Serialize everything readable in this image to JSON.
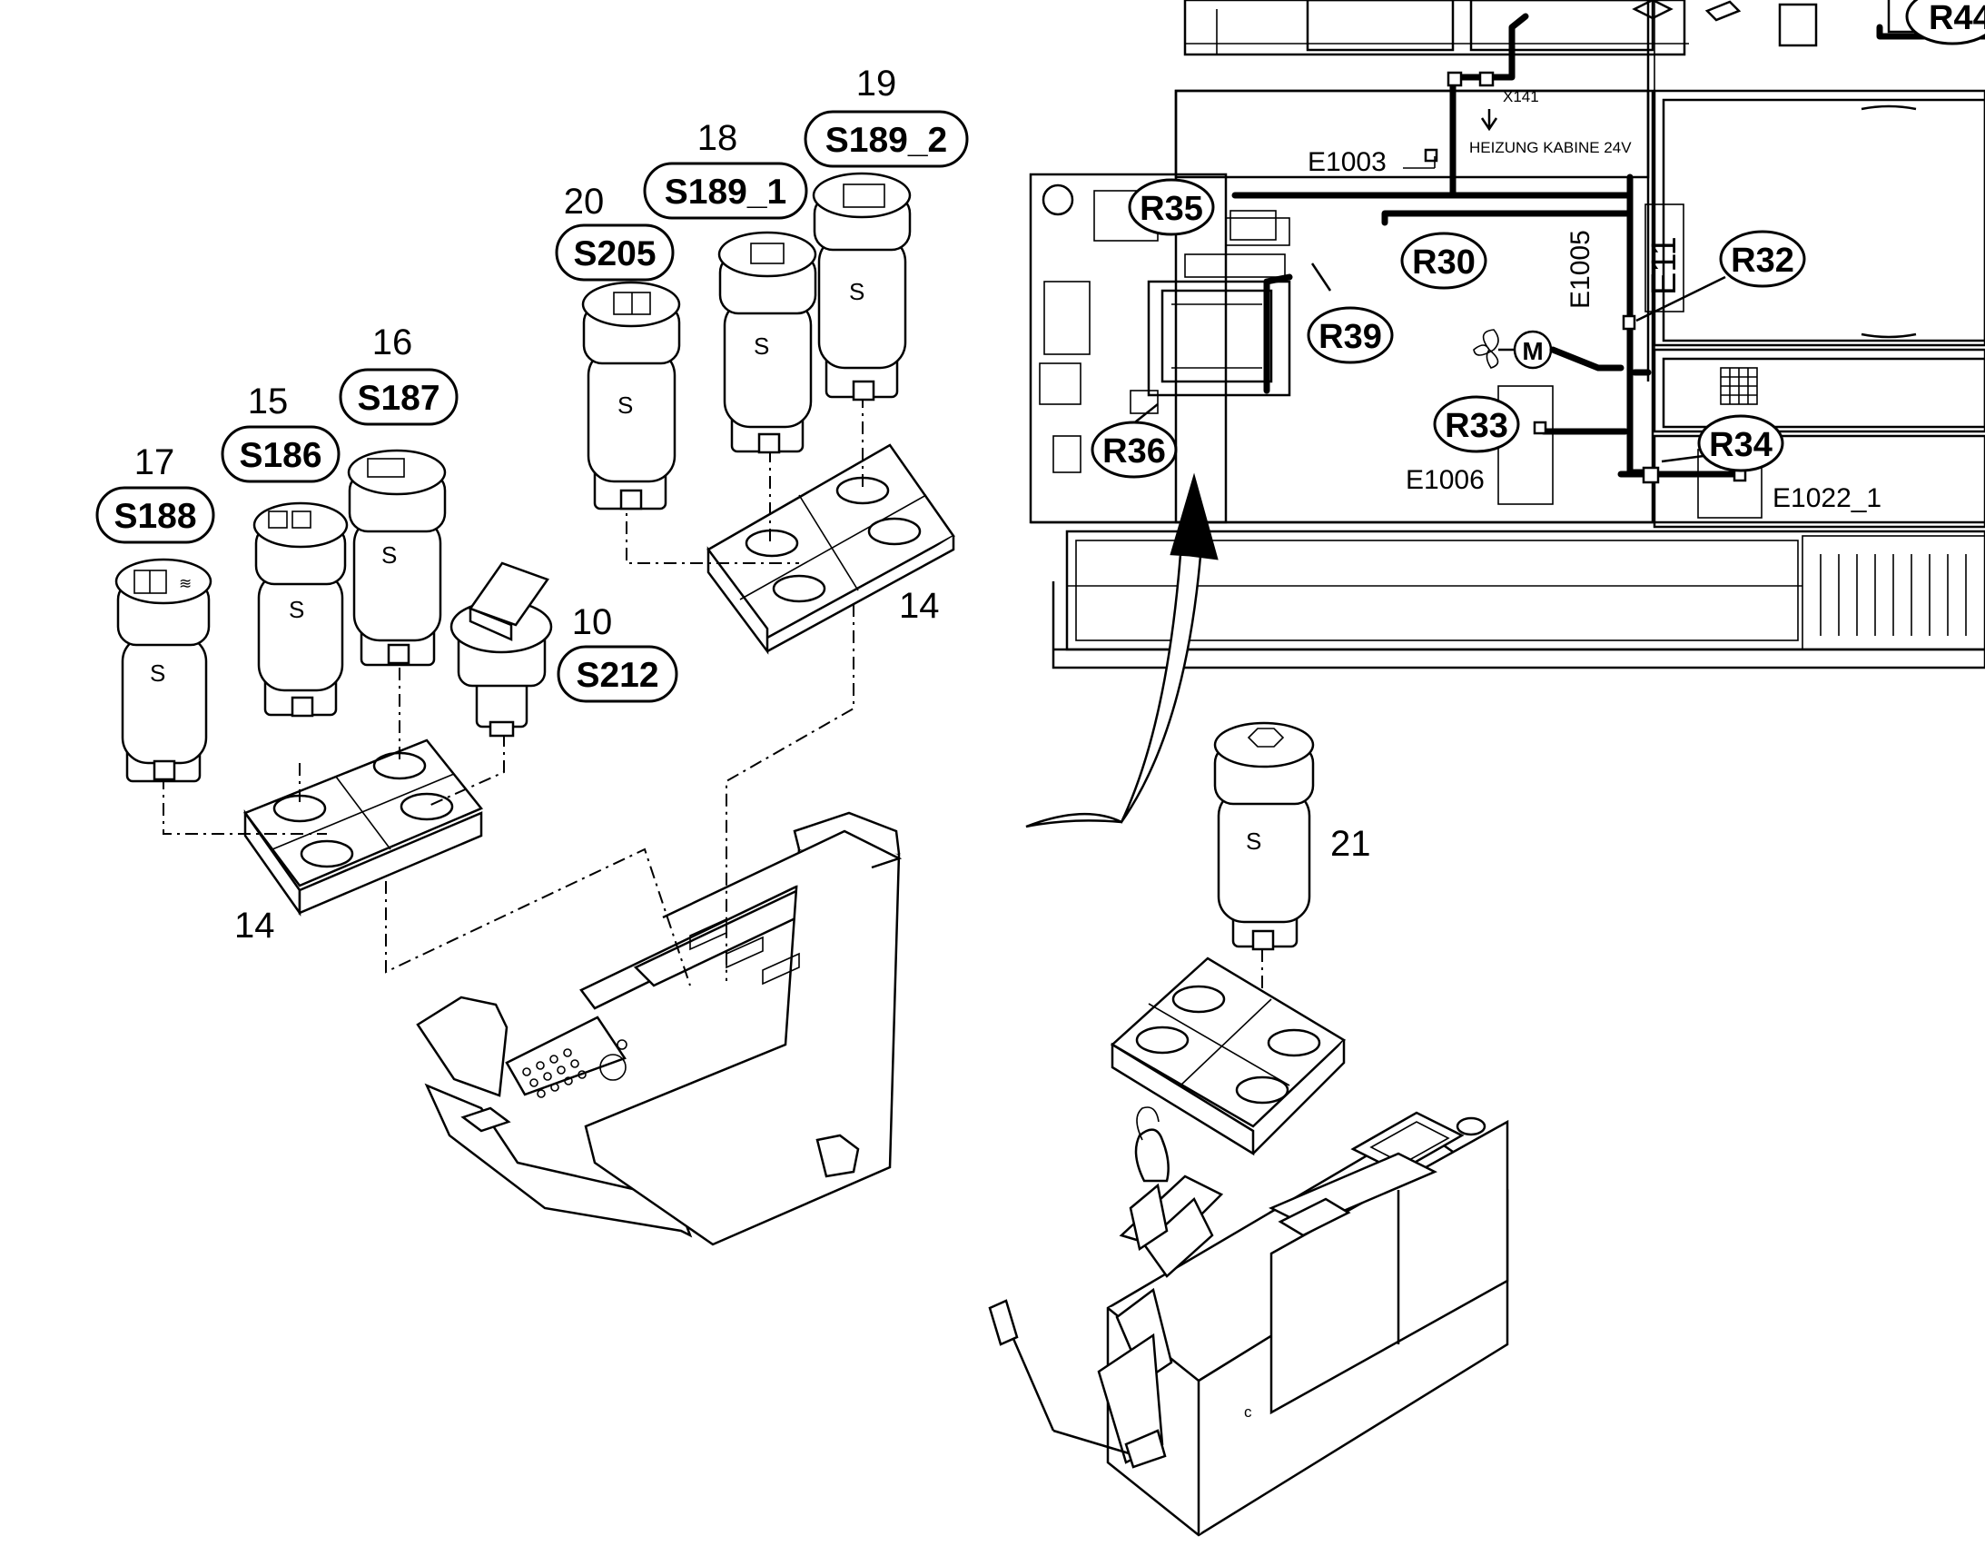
{
  "switch_parts": [
    {
      "id": "p17",
      "number": "17",
      "code": "S188"
    },
    {
      "id": "p15",
      "number": "15",
      "code": "S186"
    },
    {
      "id": "p16",
      "number": "16",
      "code": "S187"
    },
    {
      "id": "p10",
      "number": "10",
      "code": "S212"
    },
    {
      "id": "p20",
      "number": "20",
      "code": "S205"
    },
    {
      "id": "p18",
      "number": "18",
      "code": "S189_1"
    },
    {
      "id": "p19",
      "number": "19",
      "code": "S189_2"
    }
  ],
  "holder_labels": {
    "left": "14",
    "right": "14"
  },
  "part_21": {
    "number": "21"
  },
  "switch_body_mark": "S",
  "resistor_labels": {
    "r35": "R35",
    "r30": "R30",
    "r39": "R39",
    "r36": "R36",
    "r32": "R32",
    "r33": "R33",
    "r34": "R34",
    "r44": "R44"
  },
  "connector_labels": {
    "x141": "X141",
    "heating": "HEIZUNG KABINE 24V",
    "e1003": "E1003",
    "e1005": "E1005",
    "e11": "E11",
    "e1006": "E1006",
    "e1022": "E1022_1",
    "motor": "M"
  }
}
